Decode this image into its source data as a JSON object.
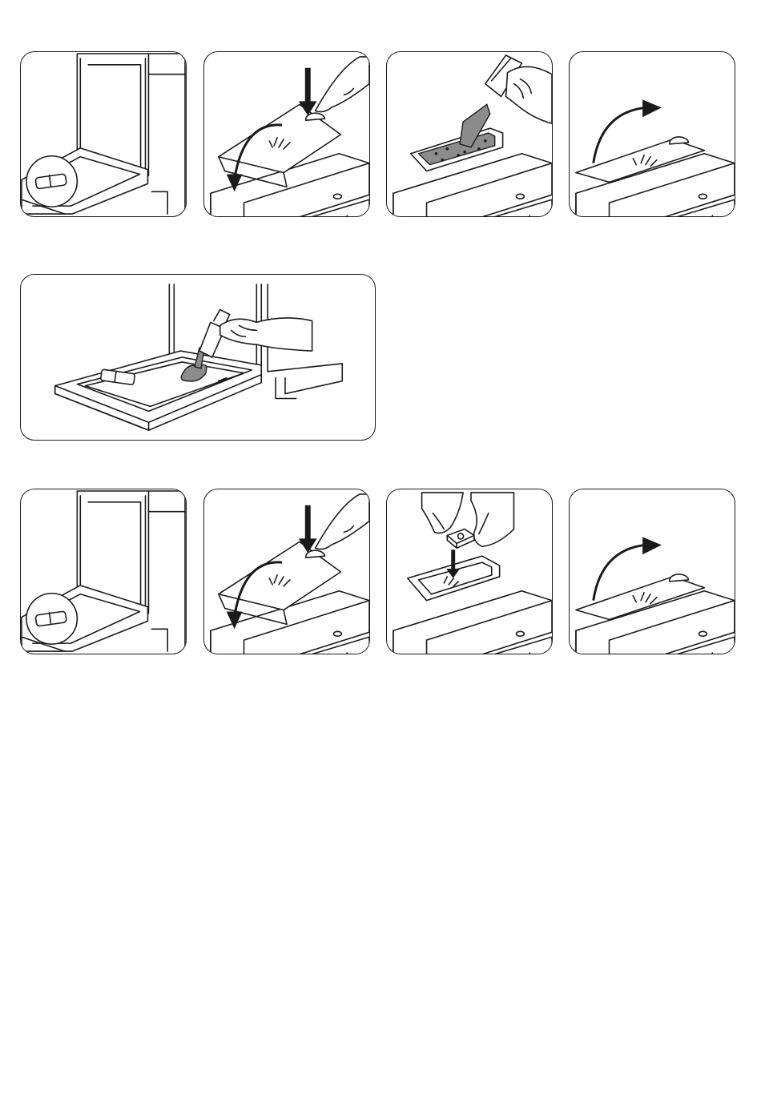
{
  "figure": {
    "rows": [
      {
        "row": "detergent-powder-steps",
        "panels": [
          "open-door",
          "press-lid-release",
          "pour-powder",
          "close-lid"
        ]
      },
      {
        "row": "prewash-step",
        "panels": [
          "pour-detergent-on-door"
        ]
      },
      {
        "row": "detergent-tablet-steps",
        "panels": [
          "open-door",
          "press-lid-release",
          "insert-tablet",
          "close-lid"
        ]
      }
    ],
    "icons": {
      "main_wash_symbol": "wash-spray-icon",
      "rinse_aid_symbol": "asterisk-icon",
      "down_arrow": "arrow-down-icon",
      "open_arrow": "curved-arrow-down-icon",
      "close_arrow": "curved-arrow-up-icon"
    },
    "colors": {
      "line": "#1a1a1a",
      "detergent": "#8c8c8c",
      "background": "#ffffff"
    }
  }
}
